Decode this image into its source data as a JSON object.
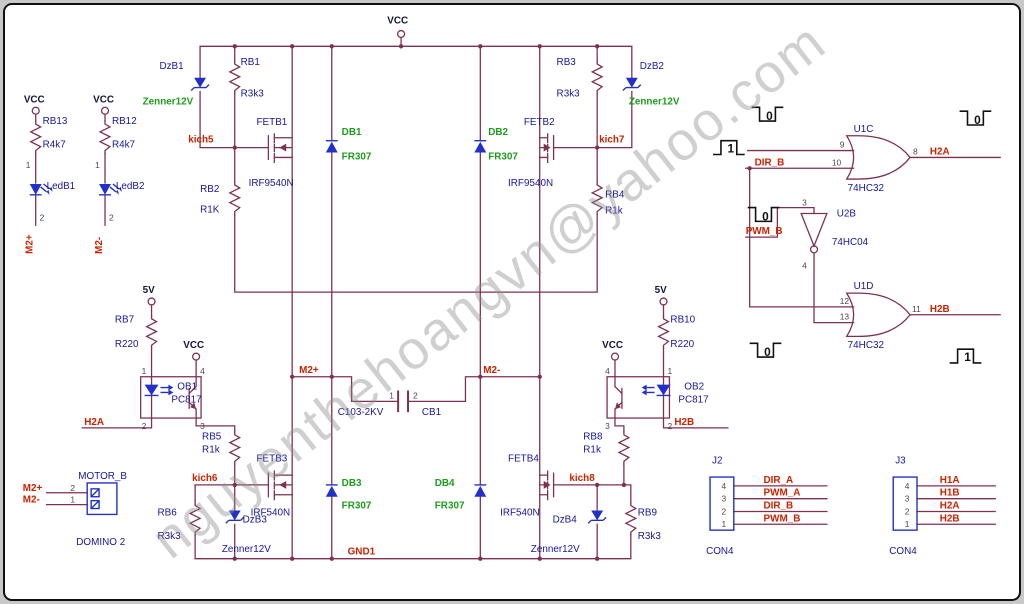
{
  "colors": {
    "wire": "#7d3150",
    "symbol_blue": "#2030c8",
    "net_red": "#cc2200",
    "ref_navy": "#16169c",
    "value_green": "#1e9c1e"
  },
  "watermark": "nguyenthehoangvn@yahoo.com",
  "power": {
    "vcc": "VCC",
    "v5": "5V"
  },
  "levels": {
    "low": "0",
    "high": "1"
  },
  "nets": {
    "kich5": "kich5",
    "kich6": "kich6",
    "kich7": "kich7",
    "kich8": "kich8",
    "h2a": "H2A",
    "h2b": "H2B",
    "m2_plus": "M2+",
    "m2_minus": "M2-",
    "gnd1": "GND1",
    "dir_b": "DIR_B",
    "pwm_b": "PWM_B"
  },
  "resistors": [
    {
      "ref": "RB1",
      "val": "R3k3"
    },
    {
      "ref": "RB2",
      "val": "R1K"
    },
    {
      "ref": "RB3",
      "val": "R3k3"
    },
    {
      "ref": "RB4",
      "val": "R1k"
    },
    {
      "ref": "RB5",
      "val": "R1k"
    },
    {
      "ref": "RB6",
      "val": "R3k3"
    },
    {
      "ref": "RB7",
      "val": "R220"
    },
    {
      "ref": "RB8",
      "val": "R1k"
    },
    {
      "ref": "RB9",
      "val": "R3k3"
    },
    {
      "ref": "RB10",
      "val": "R220"
    },
    {
      "ref": "RB12",
      "val": "R4k7"
    },
    {
      "ref": "RB13",
      "val": "R4k7"
    }
  ],
  "zeners": [
    {
      "ref": "DzB1",
      "val": "Zenner12V"
    },
    {
      "ref": "DzB2",
      "val": "Zenner12V"
    },
    {
      "ref": "DzB3",
      "val": "Zenner12V"
    },
    {
      "ref": "DzB4",
      "val": "Zenner12V"
    }
  ],
  "diodes": [
    {
      "ref": "DB1",
      "val": "FR307"
    },
    {
      "ref": "DB2",
      "val": "FR307"
    },
    {
      "ref": "DB3",
      "val": "FR307"
    },
    {
      "ref": "DB4",
      "val": "FR307"
    }
  ],
  "fets": [
    {
      "ref": "FETB1",
      "val": "IRF9540N"
    },
    {
      "ref": "FETB2",
      "val": "IRF9540N"
    },
    {
      "ref": "FETB3",
      "val": "IRF540N"
    },
    {
      "ref": "FETB4",
      "val": "IRF540N"
    }
  ],
  "leds": [
    {
      "ref": "LedB1"
    },
    {
      "ref": "LedB2"
    }
  ],
  "optos": [
    {
      "ref": "OB1",
      "val": "PC817"
    },
    {
      "ref": "OB2",
      "val": "PC817"
    }
  ],
  "capacitor": {
    "ref": "CB1",
    "val": "C103-2KV",
    "pin1": "1",
    "pin2": "2"
  },
  "gates": {
    "u1c": {
      "ref": "U1C",
      "part": "74HC32",
      "pin_in1": "9",
      "pin_in2": "10",
      "pin_out": "8",
      "out_net": "H2A"
    },
    "u2b": {
      "ref": "U2B",
      "part": "74HC04",
      "pin_in": "3",
      "pin_out": "4"
    },
    "u1d": {
      "ref": "U1D",
      "part": "74HC32",
      "pin_in1": "12",
      "pin_in2": "13",
      "pin_out": "11",
      "out_net": "H2B"
    }
  },
  "motor": {
    "title": "MOTOR_B",
    "footprint": "DOMINO 2",
    "pin_top": "2",
    "pin_bottom": "1",
    "net_top": "M2+",
    "net_bottom": "M2-"
  },
  "j2": {
    "ref": "J2",
    "type": "CON4",
    "pins": [
      "4",
      "3",
      "2",
      "1"
    ],
    "nets": [
      "DIR_A",
      "PWM_A",
      "DIR_B",
      "PWM_B"
    ]
  },
  "j3": {
    "ref": "J3",
    "type": "CON4",
    "pins": [
      "4",
      "3",
      "2",
      "1"
    ],
    "nets": [
      "H1A",
      "H1B",
      "H2A",
      "H2B"
    ]
  },
  "opto_pins": {
    "p1": "1",
    "p2": "2",
    "p3": "3",
    "p4": "4"
  },
  "led_pins": {
    "p1": "1",
    "p2": "2"
  }
}
